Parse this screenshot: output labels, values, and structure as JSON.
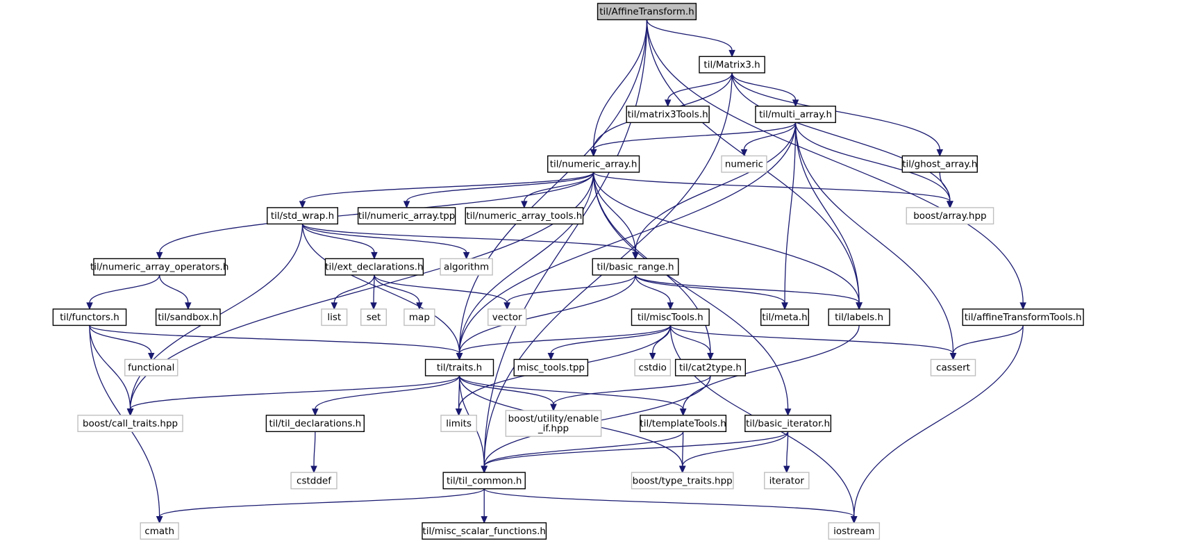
{
  "graph": {
    "edge_color": "#191970",
    "root_fill": "#bfbfbf",
    "external_border": "#bfbfbf",
    "documented_border": "#000000",
    "nodes": [
      {
        "id": "root",
        "label": [
          "til/AffineTransform.h"
        ],
        "kind": "root"
      },
      {
        "id": "matrix3",
        "label": [
          "til/Matrix3.h"
        ],
        "kind": "documented"
      },
      {
        "id": "matrix3tools",
        "label": [
          "til/matrix3Tools.h"
        ],
        "kind": "documented"
      },
      {
        "id": "multiarray",
        "label": [
          "til/multi_array.h"
        ],
        "kind": "documented"
      },
      {
        "id": "numericarray",
        "label": [
          "til/numeric_array.h"
        ],
        "kind": "documented"
      },
      {
        "id": "numeric",
        "label": [
          "numeric"
        ],
        "kind": "external"
      },
      {
        "id": "ghostarray",
        "label": [
          "til/ghost_array.h"
        ],
        "kind": "documented"
      },
      {
        "id": "stdwrap",
        "label": [
          "til/std_wrap.h"
        ],
        "kind": "documented"
      },
      {
        "id": "natpp",
        "label": [
          "til/numeric_array.tpp"
        ],
        "kind": "documented"
      },
      {
        "id": "natools",
        "label": [
          "til/numeric_array_tools.h"
        ],
        "kind": "documented"
      },
      {
        "id": "boostarray",
        "label": [
          "boost/array.hpp"
        ],
        "kind": "external"
      },
      {
        "id": "naops",
        "label": [
          "til/numeric_array_operators.h"
        ],
        "kind": "documented"
      },
      {
        "id": "extdecl",
        "label": [
          "til/ext_declarations.h"
        ],
        "kind": "documented"
      },
      {
        "id": "algorithm",
        "label": [
          "algorithm"
        ],
        "kind": "external"
      },
      {
        "id": "basicrange",
        "label": [
          "til/basic_range.h"
        ],
        "kind": "documented"
      },
      {
        "id": "functors",
        "label": [
          "til/functors.h"
        ],
        "kind": "documented"
      },
      {
        "id": "sandbox",
        "label": [
          "til/sandbox.h"
        ],
        "kind": "documented"
      },
      {
        "id": "list",
        "label": [
          "list"
        ],
        "kind": "external"
      },
      {
        "id": "set",
        "label": [
          "set"
        ],
        "kind": "external"
      },
      {
        "id": "map",
        "label": [
          "map"
        ],
        "kind": "external"
      },
      {
        "id": "vector",
        "label": [
          "vector"
        ],
        "kind": "external"
      },
      {
        "id": "misctools",
        "label": [
          "til/miscTools.h"
        ],
        "kind": "documented"
      },
      {
        "id": "meta",
        "label": [
          "til/meta.h"
        ],
        "kind": "documented"
      },
      {
        "id": "labels",
        "label": [
          "til/labels.h"
        ],
        "kind": "documented"
      },
      {
        "id": "afftools",
        "label": [
          "til/affineTransformTools.h"
        ],
        "kind": "documented"
      },
      {
        "id": "functional",
        "label": [
          "functional"
        ],
        "kind": "external"
      },
      {
        "id": "traits",
        "label": [
          "til/traits.h"
        ],
        "kind": "documented"
      },
      {
        "id": "misctpp",
        "label": [
          "misc_tools.tpp"
        ],
        "kind": "documented"
      },
      {
        "id": "cstdio",
        "label": [
          "cstdio"
        ],
        "kind": "external"
      },
      {
        "id": "cat2type",
        "label": [
          "til/cat2type.h"
        ],
        "kind": "documented"
      },
      {
        "id": "cassert",
        "label": [
          "cassert"
        ],
        "kind": "external"
      },
      {
        "id": "calltraits",
        "label": [
          "boost/call_traits.hpp"
        ],
        "kind": "external"
      },
      {
        "id": "tildecl",
        "label": [
          "til/til_declarations.h"
        ],
        "kind": "documented"
      },
      {
        "id": "limits",
        "label": [
          "limits"
        ],
        "kind": "external"
      },
      {
        "id": "enableif",
        "label": [
          "boost/utility/enable",
          "_if.hpp"
        ],
        "kind": "external"
      },
      {
        "id": "templatetools",
        "label": [
          "til/templateTools.h"
        ],
        "kind": "documented"
      },
      {
        "id": "basiciter",
        "label": [
          "til/basic_iterator.h"
        ],
        "kind": "documented"
      },
      {
        "id": "cstddef",
        "label": [
          "cstddef"
        ],
        "kind": "external"
      },
      {
        "id": "tilcommon",
        "label": [
          "til/til_common.h"
        ],
        "kind": "documented"
      },
      {
        "id": "typetraits",
        "label": [
          "boost/type_traits.hpp"
        ],
        "kind": "external"
      },
      {
        "id": "iterator",
        "label": [
          "iterator"
        ],
        "kind": "external"
      },
      {
        "id": "cmath",
        "label": [
          "cmath"
        ],
        "kind": "external"
      },
      {
        "id": "miscscalar",
        "label": [
          "til/misc_scalar_functions.h"
        ],
        "kind": "documented"
      },
      {
        "id": "iostream",
        "label": [
          "iostream"
        ],
        "kind": "external"
      }
    ],
    "edges": [
      [
        "root",
        "matrix3"
      ],
      [
        "root",
        "numericarray"
      ],
      [
        "root",
        "labels"
      ],
      [
        "root",
        "afftools"
      ],
      [
        "root",
        "traits"
      ],
      [
        "root",
        "tilcommon"
      ],
      [
        "matrix3",
        "matrix3tools"
      ],
      [
        "matrix3",
        "multiarray"
      ],
      [
        "matrix3",
        "numericarray"
      ],
      [
        "matrix3",
        "ghostarray"
      ],
      [
        "matrix3",
        "boostarray"
      ],
      [
        "matrix3",
        "tilcommon"
      ],
      [
        "multiarray",
        "numericarray"
      ],
      [
        "multiarray",
        "numeric"
      ],
      [
        "multiarray",
        "boostarray"
      ],
      [
        "multiarray",
        "basicrange"
      ],
      [
        "multiarray",
        "traits"
      ],
      [
        "multiarray",
        "meta"
      ],
      [
        "multiarray",
        "labels"
      ],
      [
        "multiarray",
        "cassert"
      ],
      [
        "numericarray",
        "stdwrap"
      ],
      [
        "numericarray",
        "natpp"
      ],
      [
        "numericarray",
        "natools"
      ],
      [
        "numericarray",
        "boostarray"
      ],
      [
        "numericarray",
        "naops"
      ],
      [
        "numericarray",
        "basicrange"
      ],
      [
        "numericarray",
        "labels"
      ],
      [
        "numericarray",
        "traits"
      ],
      [
        "numericarray",
        "calltraits"
      ],
      [
        "numericarray",
        "cat2type"
      ],
      [
        "numericarray",
        "basiciter"
      ],
      [
        "ghostarray",
        "boostarray"
      ],
      [
        "stdwrap",
        "extdecl"
      ],
      [
        "stdwrap",
        "algorithm"
      ],
      [
        "stdwrap",
        "basicrange"
      ],
      [
        "stdwrap",
        "traits"
      ],
      [
        "stdwrap",
        "calltraits"
      ],
      [
        "naops",
        "functors"
      ],
      [
        "naops",
        "sandbox"
      ],
      [
        "extdecl",
        "list"
      ],
      [
        "extdecl",
        "set"
      ],
      [
        "extdecl",
        "map"
      ],
      [
        "extdecl",
        "vector"
      ],
      [
        "basicrange",
        "vector"
      ],
      [
        "basicrange",
        "misctools"
      ],
      [
        "basicrange",
        "meta"
      ],
      [
        "basicrange",
        "labels"
      ],
      [
        "basicrange",
        "traits"
      ],
      [
        "functors",
        "functional"
      ],
      [
        "functors",
        "traits"
      ],
      [
        "functors",
        "calltraits"
      ],
      [
        "functors",
        "cmath"
      ],
      [
        "misctools",
        "traits"
      ],
      [
        "misctools",
        "misctpp"
      ],
      [
        "misctools",
        "cstdio"
      ],
      [
        "misctools",
        "cat2type"
      ],
      [
        "misctools",
        "cassert"
      ],
      [
        "misctools",
        "limits"
      ],
      [
        "misctools",
        "iostream"
      ],
      [
        "labels",
        "templatetools"
      ],
      [
        "afftools",
        "cassert"
      ],
      [
        "afftools",
        "iostream"
      ],
      [
        "traits",
        "calltraits"
      ],
      [
        "traits",
        "tildecl"
      ],
      [
        "traits",
        "limits"
      ],
      [
        "traits",
        "enableif"
      ],
      [
        "traits",
        "templatetools"
      ],
      [
        "traits",
        "tilcommon"
      ],
      [
        "traits",
        "typetraits"
      ],
      [
        "cat2type",
        "enableif"
      ],
      [
        "cat2type",
        "tilcommon"
      ],
      [
        "tildecl",
        "cstddef"
      ],
      [
        "templatetools",
        "tilcommon"
      ],
      [
        "templatetools",
        "typetraits"
      ],
      [
        "basiciter",
        "tilcommon"
      ],
      [
        "basiciter",
        "typetraits"
      ],
      [
        "basiciter",
        "iterator"
      ],
      [
        "tilcommon",
        "cmath"
      ],
      [
        "tilcommon",
        "miscscalar"
      ],
      [
        "tilcommon",
        "iostream"
      ]
    ]
  }
}
